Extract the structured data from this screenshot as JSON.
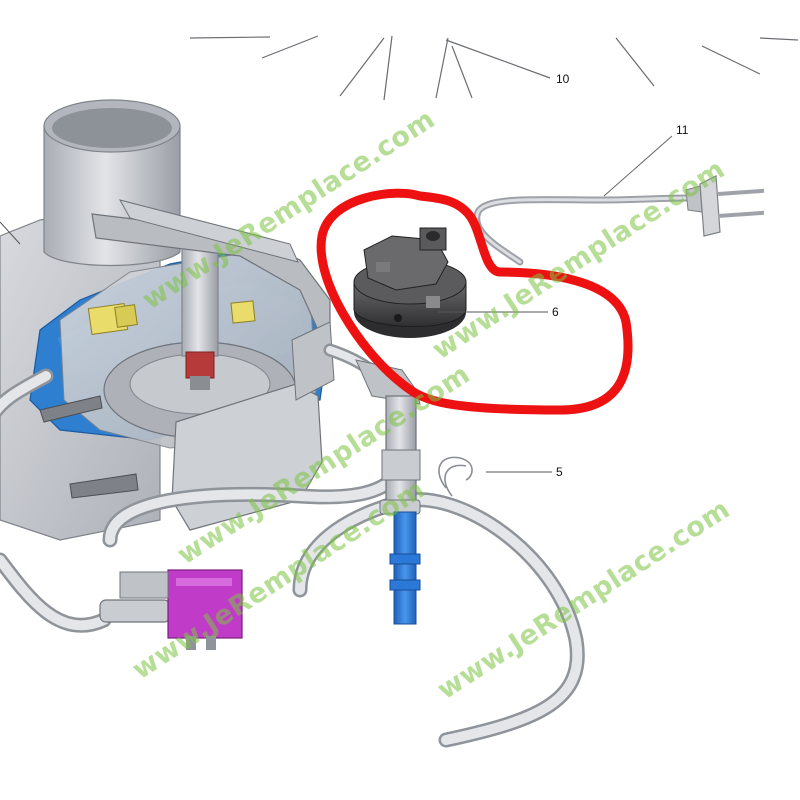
{
  "callouts": {
    "c10": "10",
    "c11": "11",
    "c6": "6",
    "c5": "5"
  },
  "watermark": {
    "text": "www.JeRemplace.com"
  },
  "colors": {
    "highlight": "#ee1111",
    "watermark": "#7cc242",
    "housing": "#c9ccd1",
    "housing_dark": "#8f949b",
    "insulation": "#2f7fd1",
    "blue_tube": "#2a78d8",
    "solenoid": "#c03cc8",
    "connector": "#e9dc6a",
    "thermostat": "#4a4a4c",
    "hose": "#d9dbe0"
  }
}
